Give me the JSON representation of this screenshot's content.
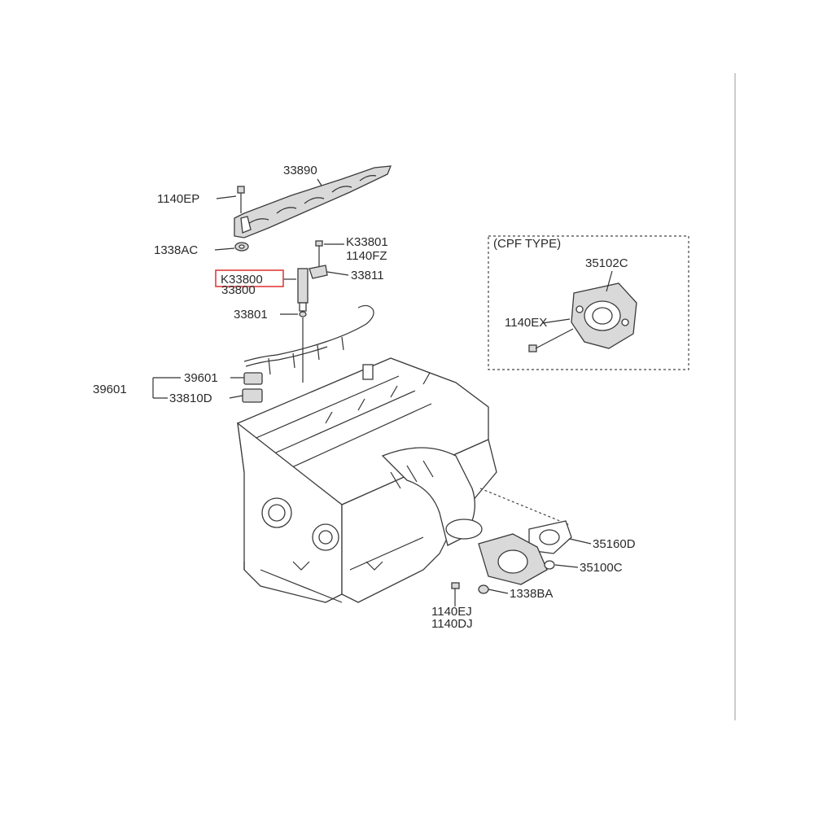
{
  "diagram": {
    "labels": {
      "p33890": "33890",
      "p1140EP": "1140EP",
      "p1338AC": "1338AC",
      "pK33801": "K33801",
      "p1140FZ": "1140FZ",
      "pK33800": "K33800",
      "p33800": "33800",
      "p33811": "33811",
      "p33801": "33801",
      "p39601a": "39601",
      "p39601b": "39601",
      "p33810D": "33810D",
      "p35160D": "35160D",
      "p35100C": "35100C",
      "p1338BA": "1338BA",
      "p1140EJ": "1140EJ",
      "p1140DJ": "1140DJ"
    },
    "inset": {
      "title": "(CPF TYPE)",
      "p35102C": "35102C",
      "p1140EX": "1140EX"
    },
    "highlight_color": "#e23b3b"
  }
}
